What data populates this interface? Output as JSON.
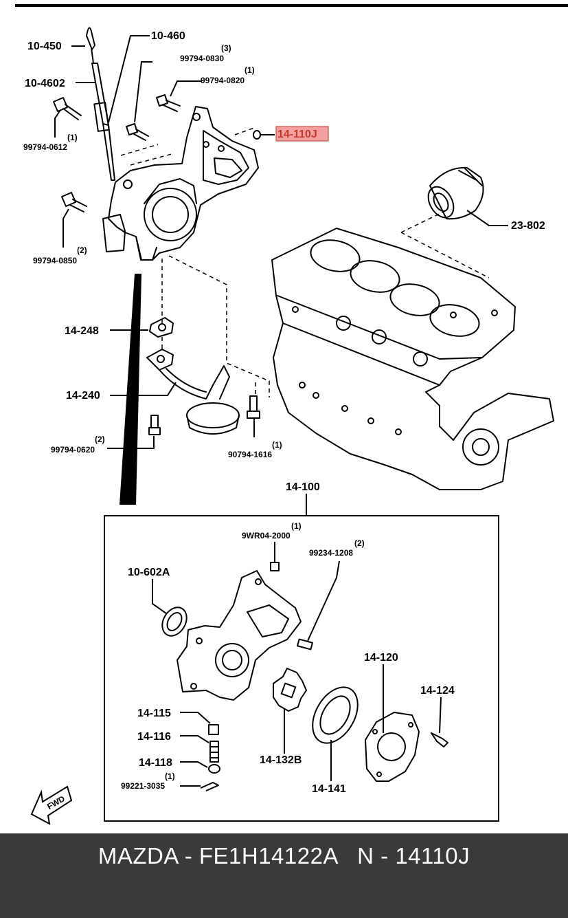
{
  "diagram": {
    "labels": {
      "l_10_450": "10-450",
      "l_10_460": "10-460",
      "l_10_4602": "10-4602",
      "l_99794_0830": "99794-0830",
      "q_0830": "(3)",
      "l_99794_0820": "99794-0820",
      "q_0820": "(1)",
      "l_14_110j": "14-110J",
      "l_99794_0612": "99794-0612",
      "q_0612": "(1)",
      "l_99794_0850": "99794-0850",
      "q_0850": "(2)",
      "l_23_802": "23-802",
      "l_14_248": "14-248",
      "l_14_240": "14-240",
      "l_99794_0620": "99794-0620",
      "q_0620": "(2)",
      "l_90794_1616": "90794-1616",
      "q_1616": "(1)",
      "l_14_100": "14-100",
      "l_9wr04_2000": "9WR04-2000",
      "q_2000": "(1)",
      "l_99234_1208": "99234-1208",
      "q_1208": "(2)",
      "l_10_602a": "10-602A",
      "l_14_120": "14-120",
      "l_14_124": "14-124",
      "l_14_115": "14-115",
      "l_14_116": "14-116",
      "l_14_118": "14-118",
      "l_99221_3035": "99221-3035",
      "q_3035": "(1)",
      "l_14_132b": "14-132B",
      "l_14_141": "14-141",
      "fwd": "FWD"
    },
    "highlight_color": "#f4a0a0"
  },
  "footer": {
    "caption": "MAZDA - FE1H14122A   N - 14110J"
  }
}
